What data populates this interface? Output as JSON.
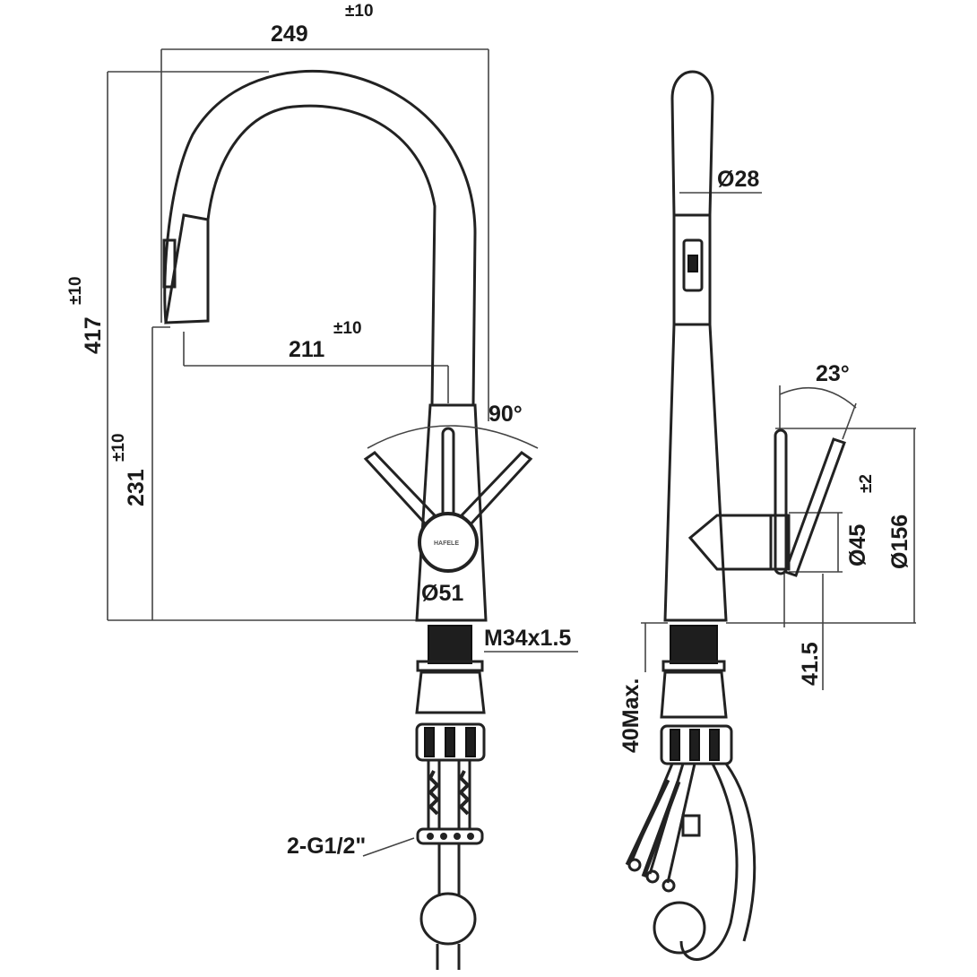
{
  "drawing": {
    "front_view": {
      "width_dim": {
        "value": "249",
        "tolerance": "±10"
      },
      "height_dim": {
        "value": "417",
        "tolerance": "±10"
      },
      "spout_height_dim": {
        "value": "231",
        "tolerance": "±10"
      },
      "reach_dim": {
        "value": "211",
        "tolerance": "±10"
      },
      "lever_angle": "90°",
      "body_diameter": "Ø51",
      "thread": "M34x1.5",
      "connection": "2-G1/2\"",
      "logo": "HAFELE"
    },
    "side_view": {
      "spout_diameter": "Ø28",
      "lever_angle": "23°",
      "height_tolerance": "±2",
      "height_dim": "Ø156",
      "handle_diameter": "Ø45",
      "offset_dim": "41.5",
      "max_thickness": "40Max."
    }
  }
}
